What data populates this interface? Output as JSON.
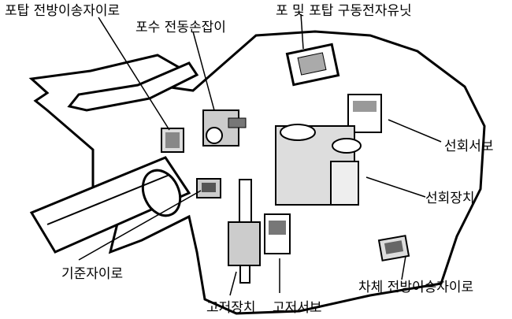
{
  "labels": {
    "turret_forward_rate_gyro": "포탑 전방이송자이로",
    "gunner_handle": "포수 전동손잡이",
    "gun_turret_drive_unit": "포 및 포탑 구동전자유닛",
    "traverse_servo": "선회서보",
    "traverse_device": "선회장치",
    "reference_gyro": "기준자이로",
    "elevation_device": "고저장치",
    "elevation_servo": "고저서보",
    "hull_forward_rate_gyro": "차체 전방이송자이로"
  },
  "colors": {
    "line": "#000000",
    "fill": "#ffffff",
    "shade": "#cfcfcf",
    "dark": "#555555"
  }
}
